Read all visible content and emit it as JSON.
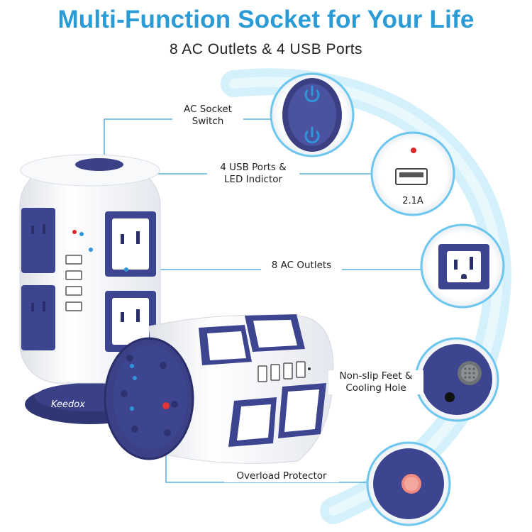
{
  "header": {
    "title": "Multi-Function Socket for Your Life",
    "subtitle": "8 AC Outlets & 4 USB Ports"
  },
  "callouts": {
    "switch_line1": "AC Socket",
    "switch_line2": "Switch",
    "usb_line1": "4 USB Ports &",
    "usb_line2": "LED Indictor",
    "ac_outlets": "8 AC Outlets",
    "feet_line1": "Non-slip Feet &",
    "feet_line2": "Cooling Hole",
    "overload": "Overload Protector"
  },
  "usb_detail": {
    "rating": "2.1A"
  },
  "product": {
    "brand": "Keedox"
  },
  "colors": {
    "accent": "#2b9bd6",
    "navy": "#38407f",
    "white_body": "#f5f6f8",
    "led_red": "#d8282a",
    "arc": "#bfe6f7"
  }
}
